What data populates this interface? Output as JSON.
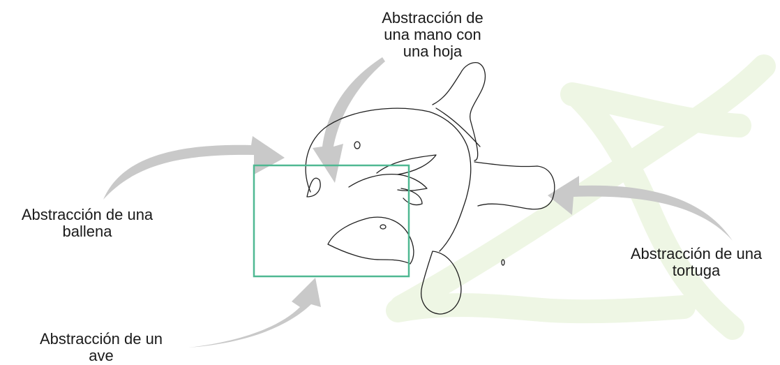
{
  "labels": {
    "hand": {
      "line1": "Abstracción de",
      "line2": "una mano con",
      "line3": "una hoja"
    },
    "whale": {
      "line1": "Abstracción de una",
      "line2": "ballena"
    },
    "turtle": {
      "line1": "Abstracción de una",
      "line2": "tortuga"
    },
    "bird": {
      "line1": "Abstracción de un",
      "line2": "ave"
    }
  },
  "colors": {
    "arrow": "#c9c9c9",
    "highlight_box": "#4fb892",
    "background_shape": "#eef6e4",
    "outline": "#1f1f1f",
    "text": "#1a1a1a"
  }
}
